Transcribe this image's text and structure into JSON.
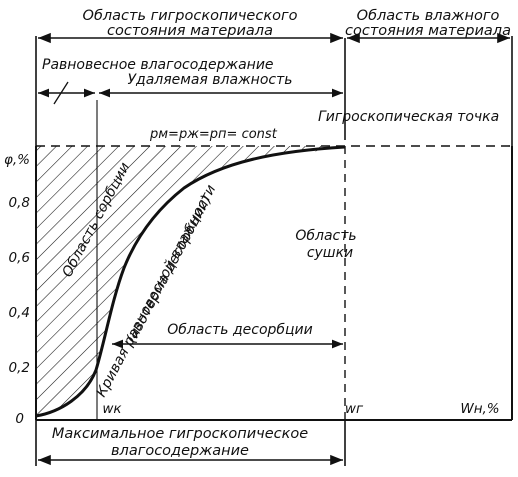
{
  "header": {
    "hygroscopic_region_line1": "Область гигроскопического",
    "hygroscopic_region_line2": "состояния материала",
    "wet_region_line1": "Область влажного",
    "wet_region_line2": "состояния материала"
  },
  "annotations": {
    "equilibrium_moisture": "Равновесное влагосодержание",
    "removable_moisture": "Удаляемая влажность",
    "hygroscopic_point": "Гигроскопическая точка",
    "pressure_equation": "pм=pж=pп= const",
    "sorption_region": "Область сорбции",
    "curve_label_line1": "Кривая равновесной влажности",
    "curve_label_line2": "(изотерма десорбции)",
    "drying_region_line1": "Область",
    "drying_region_line2": "сушки",
    "desorption_region": "Область десорбции",
    "max_hygroscopic_line1": "Максимальное гигроскопическое",
    "max_hygroscopic_line2": "влагосодержание"
  },
  "axes": {
    "y_label": "φ,%",
    "y_ticks": [
      "0",
      "0,2",
      "0,4",
      "0,6",
      "0,8"
    ],
    "x_label_wk": "wк",
    "x_label_wg": "wг",
    "x_label_wn": "Wн,%"
  }
}
